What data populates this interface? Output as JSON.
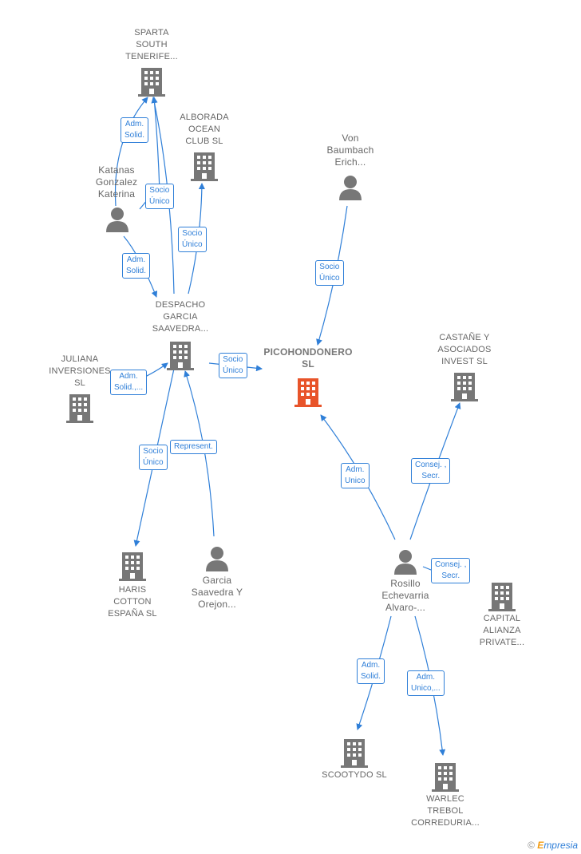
{
  "colors": {
    "edge": "#2f7fd8",
    "node": "#777777",
    "center": "#e8542a"
  },
  "nodes": {
    "sparta": [
      "SPARTA",
      "SOUTH",
      "TENERIFE..."
    ],
    "alborada": [
      "ALBORADA",
      "OCEAN",
      "CLUB  SL"
    ],
    "katanas": [
      "Katanas",
      "Gonzalez",
      "Katerina"
    ],
    "von": [
      "Von",
      "Baumbach",
      "Erich..."
    ],
    "despacho": [
      "DESPACHO",
      "GARCIA",
      "SAAVEDRA..."
    ],
    "juliana": [
      "JULIANA",
      "INVERSIONES",
      "SL"
    ],
    "picohondonero": [
      "PICOHONDONERO",
      "SL"
    ],
    "castane": [
      "CASTAÑE Y",
      "ASOCIADOS",
      "INVEST SL"
    ],
    "haris": [
      "HARIS",
      "COTTON",
      "ESPAÑA  SL"
    ],
    "garcia": [
      "Garcia",
      "Saavedra Y",
      "Orejon..."
    ],
    "rosillo": [
      "Rosillo",
      "Echevarria",
      "Alvaro-..."
    ],
    "capital": [
      "CAPITAL",
      "ALIANZA",
      "PRIVATE..."
    ],
    "scootydo": [
      "SCOOTYDO SL"
    ],
    "warlec": [
      "WARLEC",
      "TREBOL",
      "CORREDURIA..."
    ]
  },
  "badges": {
    "b1": [
      "Adm.",
      "Solid."
    ],
    "b2": [
      "Socio",
      "Único"
    ],
    "b3": [
      "Socio",
      "Único"
    ],
    "b4": [
      "Adm.",
      "Solid."
    ],
    "b5": [
      "Socio",
      "Único"
    ],
    "b6": [
      "Socio",
      "Único"
    ],
    "b7": [
      "Adm.",
      "Solid.,..."
    ],
    "b8": [
      "Socio",
      "Único"
    ],
    "b9": [
      "Represent."
    ],
    "b10": [
      "Adm.",
      "Unico"
    ],
    "b11": [
      "Consej. ,",
      "Secr."
    ],
    "b12": [
      "Consej. ,",
      "Secr."
    ],
    "b13": [
      "Adm.",
      "Solid."
    ],
    "b14": [
      "Adm.",
      "Unico,..."
    ]
  },
  "brand": {
    "copyright": "©",
    "first": "E",
    "rest": "mpresia"
  }
}
